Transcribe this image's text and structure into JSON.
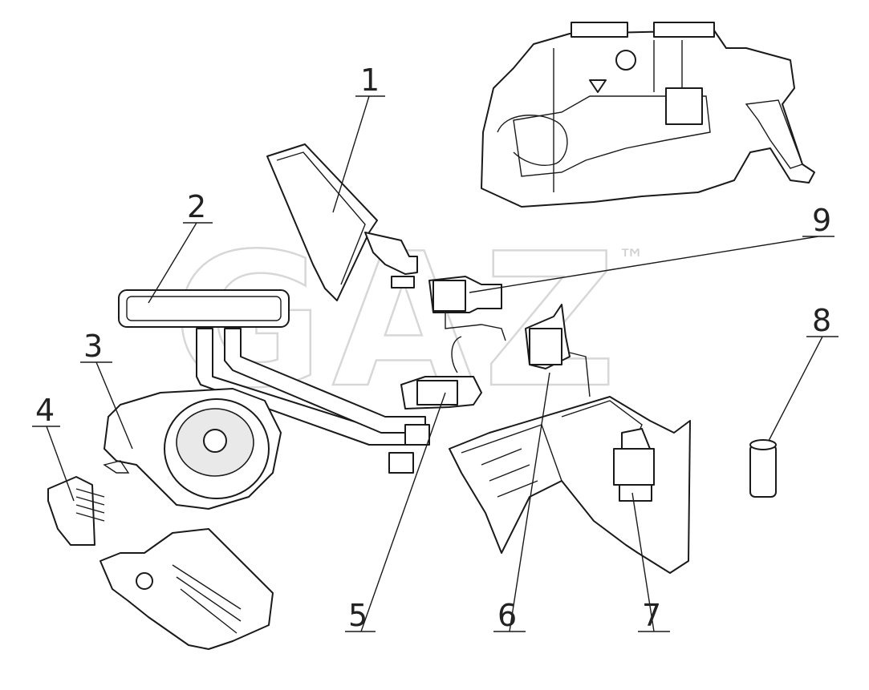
{
  "diagram": {
    "callouts": [
      {
        "id": "1",
        "label": "1"
      },
      {
        "id": "2",
        "label": "2"
      },
      {
        "id": "3",
        "label": "3"
      },
      {
        "id": "4",
        "label": "4"
      },
      {
        "id": "5",
        "label": "5"
      },
      {
        "id": "6",
        "label": "6"
      },
      {
        "id": "7",
        "label": "7"
      },
      {
        "id": "8",
        "label": "8"
      },
      {
        "id": "9",
        "label": "9"
      }
    ],
    "watermark": {
      "text": "GAZ",
      "trademark": "™"
    }
  }
}
